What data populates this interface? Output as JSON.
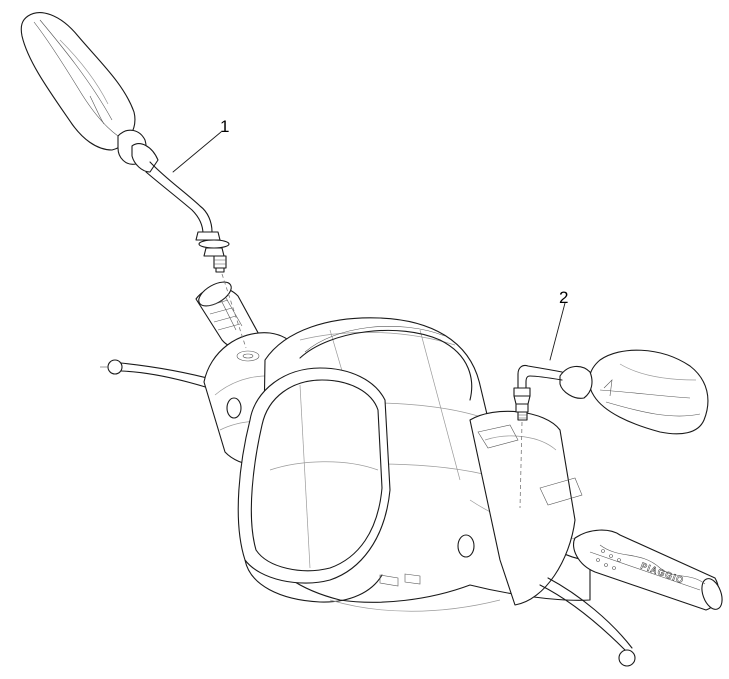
{
  "callouts": [
    {
      "label": "1",
      "part": "left-mirror"
    },
    {
      "label": "2",
      "part": "right-mirror"
    }
  ],
  "grip_logo_text": "PIAGGIO"
}
